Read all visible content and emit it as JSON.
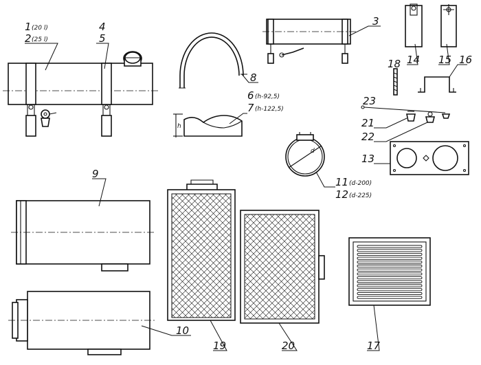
{
  "callouts": {
    "c1": {
      "num": "1",
      "note": "(20 l)"
    },
    "c2": {
      "num": "2",
      "note": "(25 l)"
    },
    "c3": {
      "num": "3"
    },
    "c4": {
      "num": "4"
    },
    "c5": {
      "num": "5"
    },
    "c6": {
      "num": "6",
      "note": "(h-92,5)"
    },
    "c7": {
      "num": "7",
      "note": "(h-122,5)"
    },
    "c8": {
      "num": "8"
    },
    "c9": {
      "num": "9"
    },
    "c10": {
      "num": "10"
    },
    "c11": {
      "num": "11",
      "note": "(d-200)"
    },
    "c12": {
      "num": "12",
      "note": "(d-225)"
    },
    "c13": {
      "num": "13"
    },
    "c14": {
      "num": "14"
    },
    "c15": {
      "num": "15"
    },
    "c16": {
      "num": "16"
    },
    "c17": {
      "num": "17"
    },
    "c18": {
      "num": "18"
    },
    "c19": {
      "num": "19"
    },
    "c20": {
      "num": "20"
    },
    "c21": {
      "num": "21"
    },
    "c22": {
      "num": "22"
    },
    "c23": {
      "num": "23"
    }
  },
  "dimension_labels": {
    "h": "h",
    "d": "d"
  }
}
